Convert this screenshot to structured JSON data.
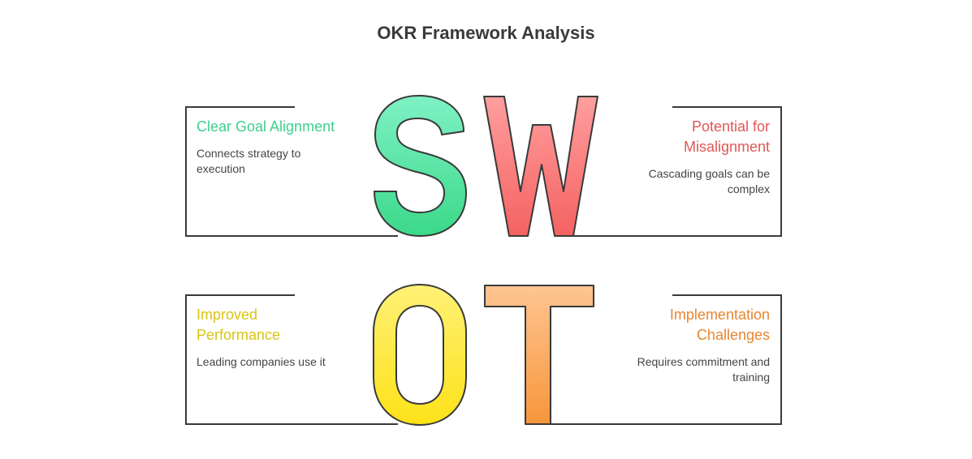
{
  "title": "OKR Framework Analysis",
  "quadrants": [
    {
      "key": "strength",
      "letter": "S",
      "title": "Clear Goal Alignment",
      "description": "Connects strategy to execution",
      "color": "#3fcf8e",
      "gradient": [
        "#7ff1c4",
        "#3bd98a"
      ]
    },
    {
      "key": "weakness",
      "letter": "W",
      "title": "Potential for Misalignment",
      "description": "Cascading goals can be complex",
      "color": "#e05757",
      "gradient": [
        "#ff9e9e",
        "#f56262"
      ]
    },
    {
      "key": "opportunity",
      "letter": "O",
      "title": "Improved Performance",
      "description": "Leading companies use it",
      "color": "#d8c417",
      "gradient": [
        "#fff176",
        "#fde218"
      ]
    },
    {
      "key": "threat",
      "letter": "T",
      "title": "Implementation Challenges",
      "description": "Requires commitment and training",
      "color": "#e8862f",
      "gradient": [
        "#ffc592",
        "#f7963b"
      ]
    }
  ]
}
